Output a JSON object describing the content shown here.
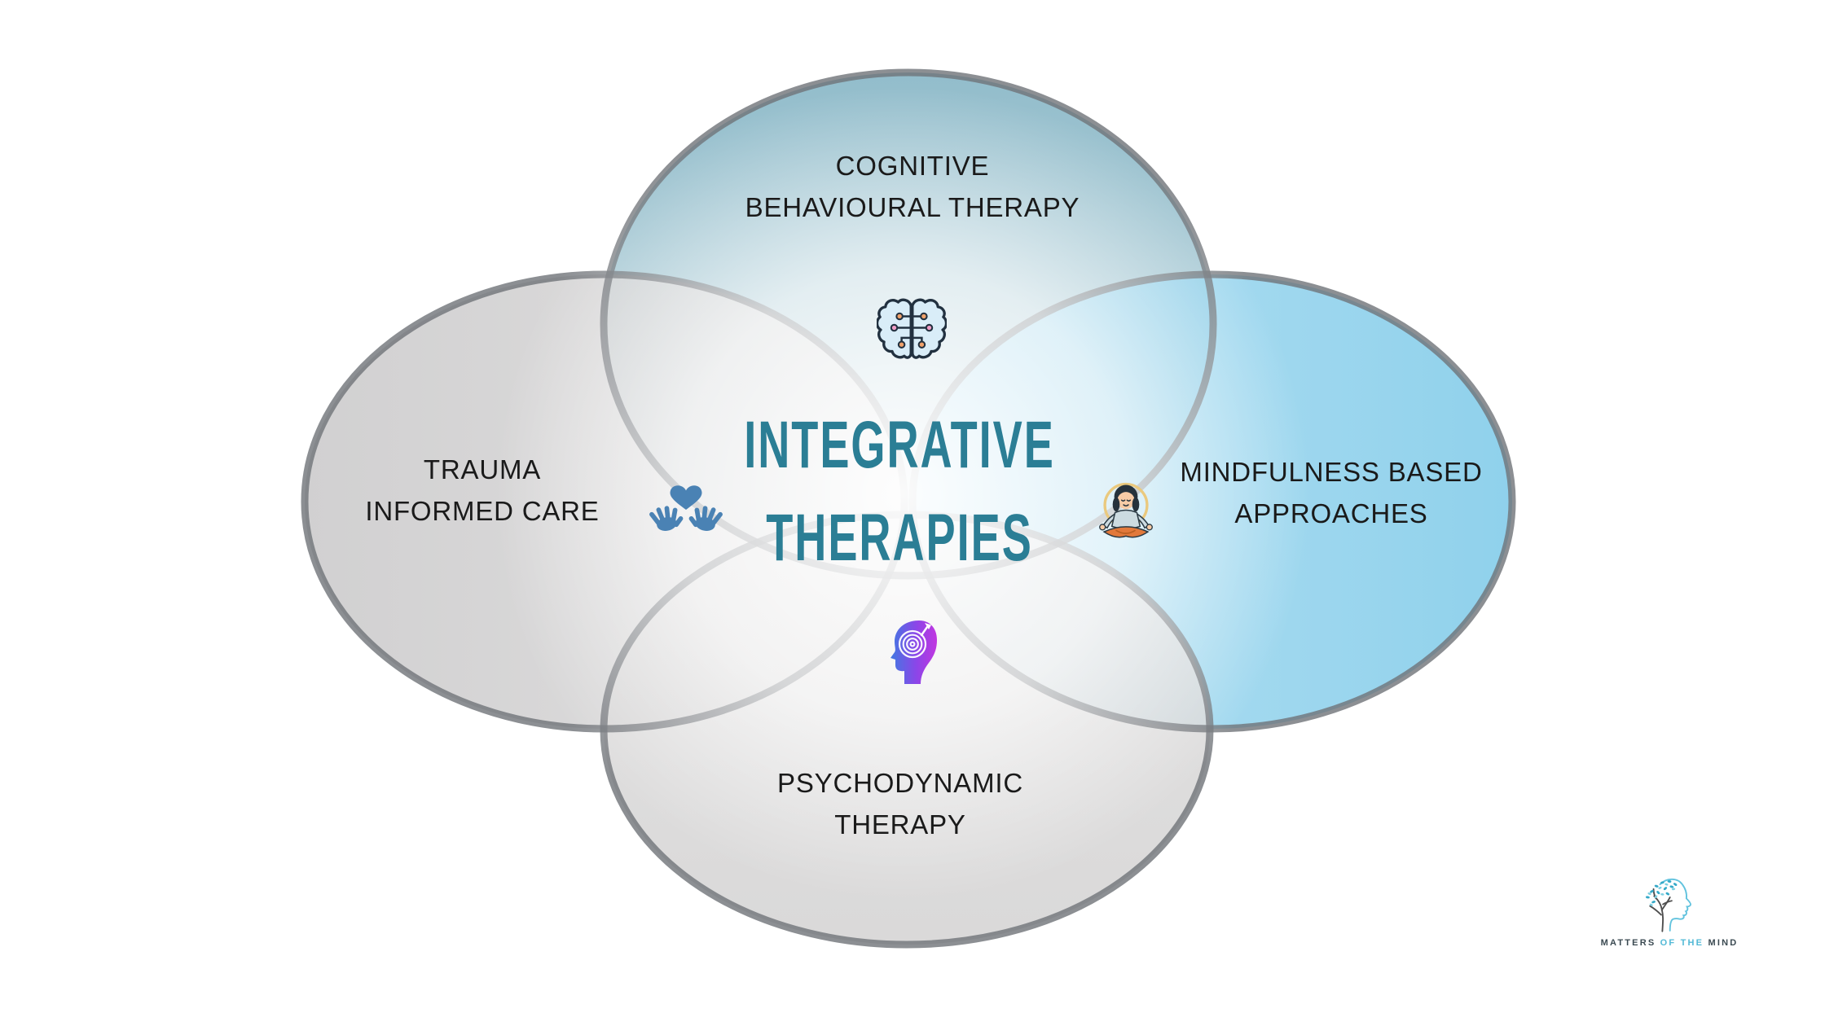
{
  "diagram": {
    "title": "INTEGRATIVE\nTHERAPIES",
    "title_color": "#2b7e95",
    "outline_color": "#6f7378",
    "sets": [
      {
        "id": "cbt",
        "position": "top",
        "label": "COGNITIVE\nBEHAVIOURAL THERAPY",
        "icon": "brain-circuit-icon",
        "fill_top": "#7fb1c2",
        "fill_bottom": "#c9dde3"
      },
      {
        "id": "trauma",
        "position": "left",
        "label": "TRAUMA\nINFORMED CARE",
        "icon": "hands-holding-heart-icon",
        "fill": "#cfcecf",
        "icon_color": "#4a82b4"
      },
      {
        "id": "mindfulness",
        "position": "right",
        "label": "MINDFULNESS BASED\nAPPROACHES",
        "icon": "meditating-person-icon",
        "fill_left": "#aadcf1",
        "fill_right": "#7cc9e8"
      },
      {
        "id": "psychodynamic",
        "position": "bottom",
        "label": "PSYCHODYNAMIC\nTHERAPY",
        "icon": "head-target-icon",
        "fill": "#d9d8d8",
        "icon_gradient": [
          "#4179e2",
          "#8b46e8",
          "#c136e0"
        ]
      }
    ]
  },
  "logo": {
    "word1": "MATTERS",
    "word2": "OF THE",
    "word3": "MIND",
    "accent_color": "#52b9d6",
    "text_color": "#3b4a52"
  }
}
